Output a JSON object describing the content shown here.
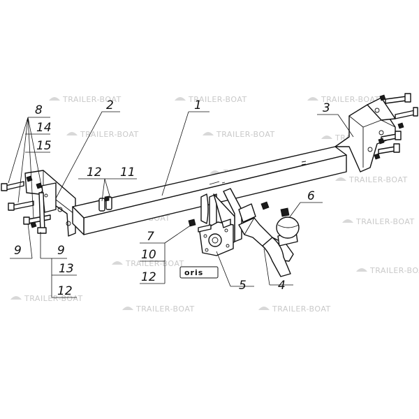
{
  "watermark": {
    "text": "TRAILER-BOAT"
  },
  "logo": {
    "text": "oris"
  },
  "callouts": [
    {
      "id": "c8",
      "label": "8"
    },
    {
      "id": "c14",
      "label": "14"
    },
    {
      "id": "c15",
      "label": "15"
    },
    {
      "id": "c2",
      "label": "2"
    },
    {
      "id": "c1",
      "label": "1"
    },
    {
      "id": "c3",
      "label": "3"
    },
    {
      "id": "c12a",
      "label": "12"
    },
    {
      "id": "c11",
      "label": "11"
    },
    {
      "id": "c6",
      "label": "6"
    },
    {
      "id": "c7",
      "label": "7"
    },
    {
      "id": "c10",
      "label": "10"
    },
    {
      "id": "c12b",
      "label": "12"
    },
    {
      "id": "c9a",
      "label": "9"
    },
    {
      "id": "c9b",
      "label": "9"
    },
    {
      "id": "c13",
      "label": "13"
    },
    {
      "id": "c12c",
      "label": "12"
    },
    {
      "id": "c5",
      "label": "5"
    },
    {
      "id": "c4",
      "label": "4"
    }
  ]
}
